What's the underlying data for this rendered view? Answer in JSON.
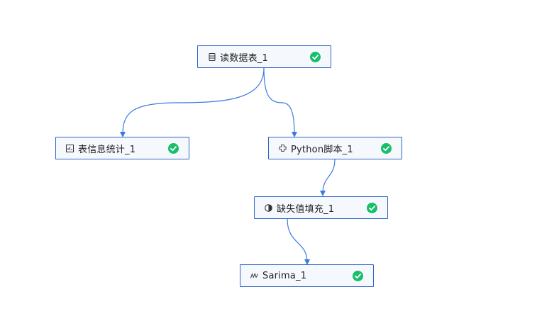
{
  "status_color": "#19be6b",
  "edge_color": "#3a7be0",
  "node_border_color": "#2f66c7",
  "nodes": [
    {
      "id": "read-table",
      "label": "读数据表_1",
      "icon": "database-icon",
      "status": "success"
    },
    {
      "id": "table-stats",
      "label": "表信息统计_1",
      "icon": "chart-box-icon",
      "status": "success"
    },
    {
      "id": "python-script",
      "label": "Python脚本_1",
      "icon": "python-icon",
      "status": "success"
    },
    {
      "id": "missing-fill",
      "label": "缺失值填充_1",
      "icon": "half-circle-icon",
      "status": "success"
    },
    {
      "id": "sarima",
      "label": "Sarima_1",
      "icon": "wave-icon",
      "status": "success"
    }
  ],
  "edges": [
    {
      "from": "read-table",
      "to": "table-stats"
    },
    {
      "from": "read-table",
      "to": "python-script"
    },
    {
      "from": "python-script",
      "to": "missing-fill"
    },
    {
      "from": "missing-fill",
      "to": "sarima"
    }
  ]
}
